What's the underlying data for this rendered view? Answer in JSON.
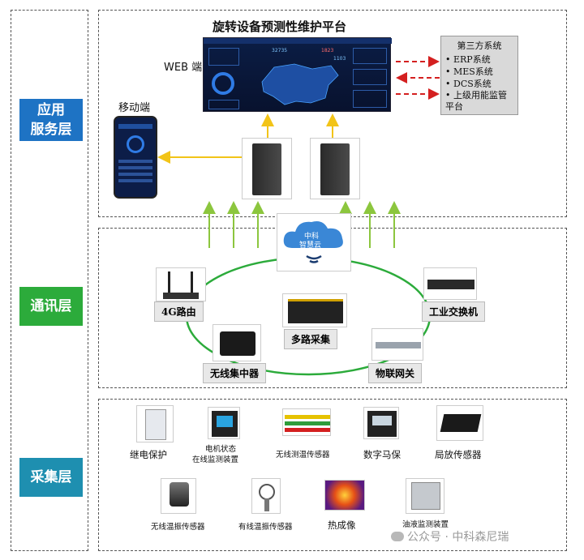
{
  "layers": {
    "app": "应用\n服务层",
    "comm": "通讯层",
    "collect": "采集层"
  },
  "colors": {
    "app": "#1e73c4",
    "comm": "#2cab3b",
    "collect": "#1e8fb0",
    "accent_red": "#d42020",
    "arrow_yellow": "#f2c418",
    "arrow_green": "#8cc63e"
  },
  "app": {
    "platform_title": "旋转设备预测性维护平台",
    "web_label": "WEB 端",
    "mobile_label": "移动端",
    "third_party": {
      "title": "第三方系统",
      "items": [
        "ERP系统",
        "MES系统",
        "DCS系统",
        "上级用能监管平台"
      ]
    },
    "dashboard": {
      "stat1": "32735",
      "stat2": "1823",
      "stat3": "1103"
    }
  },
  "comm": {
    "cloud": "中科\n智慧云",
    "devices": [
      "4G路由",
      "多路采集",
      "工业交换机",
      "无线集中器",
      "物联网关"
    ]
  },
  "collect": {
    "row1": [
      "继电保护",
      "电机状态\n在线监测装置",
      "无线测温传感器",
      "数字马保",
      "局放传感器"
    ],
    "row2": [
      "无线温振传感器",
      "有线温振传感器",
      "热成像",
      "油液监测装置"
    ]
  },
  "watermark": "公众号 · 中科森尼瑞"
}
